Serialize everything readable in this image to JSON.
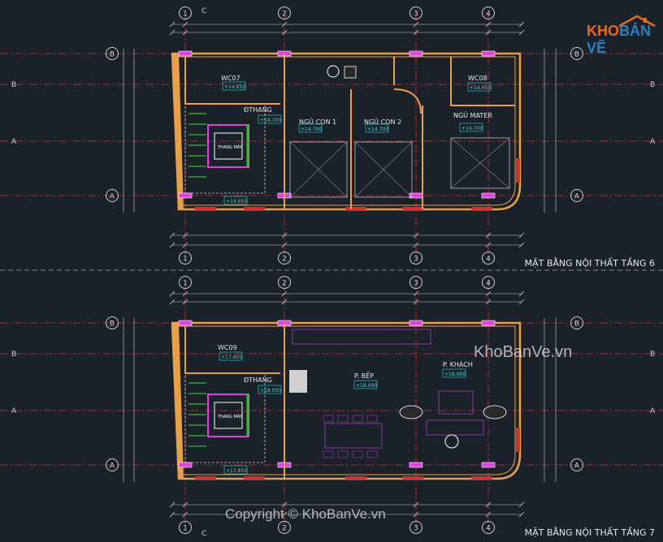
{
  "logo": {
    "part1": "KHO",
    "part2": "BẢN VẼ"
  },
  "watermark_site": "KhoBanVe.vn",
  "copyright": "Copyright © KhoBanVe.vn",
  "grid_cols": [
    "1",
    "2",
    "3",
    "4"
  ],
  "grid_rows": [
    "B",
    "A"
  ],
  "grid_c": "C",
  "plan6": {
    "title": "MẶT BẰNG NỘI THẤT TẦNG 6",
    "rooms": [
      "WC07",
      "ĐTHANG",
      "NGỦ CON 1",
      "NGỦ CON 2",
      "WC08",
      "NGỦ MATER",
      "THANG MÁY"
    ],
    "levels": [
      "+14.650",
      "+14.700",
      "+14.700",
      "+14.700",
      "+14.650",
      "+14.700",
      "+14.650"
    ]
  },
  "plan7": {
    "title": "MẶT BẰNG NỘI THẤT TẦNG 7",
    "rooms": [
      "WC09",
      "ĐTHANG",
      "P. BẾP",
      "P. KHÁCH",
      "THANG MÁY"
    ],
    "levels": [
      "+17.650",
      "+18.000",
      "+18.000",
      "+18.000",
      "+17.650"
    ]
  },
  "colors": {
    "background": "#1b2129",
    "wall": "#e8a048",
    "axis": "#c83030",
    "dim": "#d0d0d0",
    "pink": "#e040e0",
    "cyan": "#30e0e0",
    "green": "#30c030"
  }
}
